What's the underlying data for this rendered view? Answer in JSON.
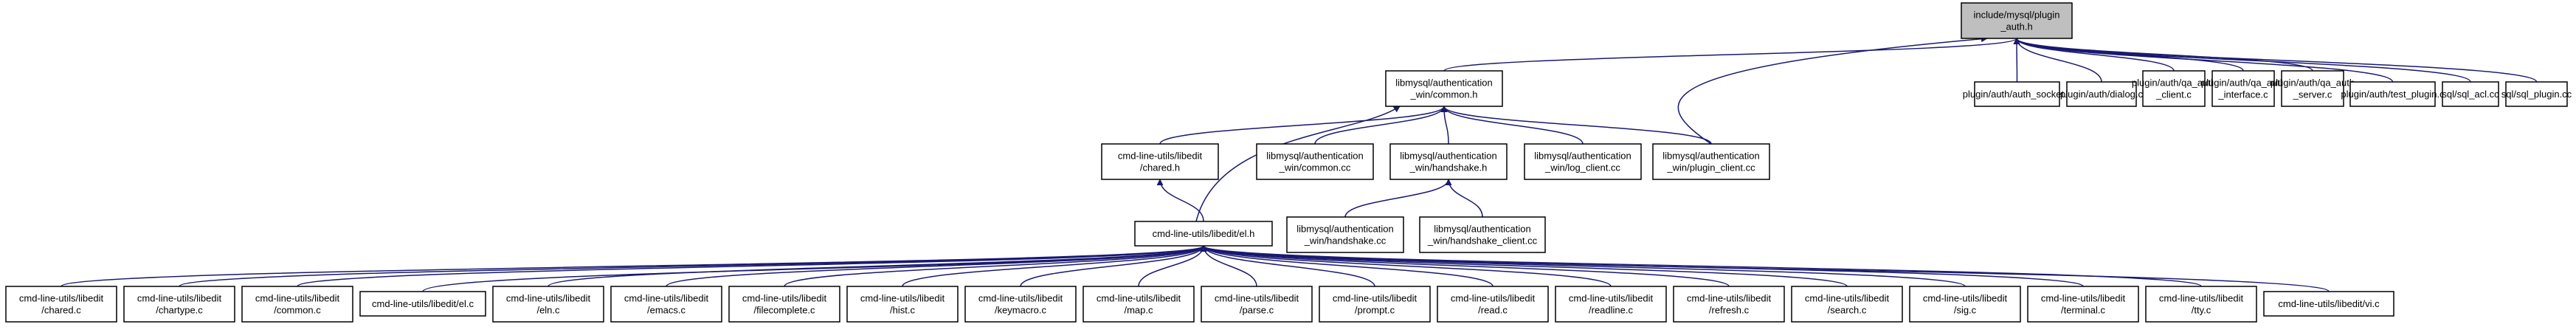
{
  "colors": {
    "edge": "#191970",
    "root_fill": "#bfbfbf",
    "node_fill": "#ffffff",
    "node_border": "#000000"
  },
  "nodes": [
    {
      "id": "plugin_auth_h",
      "lines": [
        "include/mysql/plugin",
        "_auth.h"
      ],
      "root": true
    },
    {
      "id": "win_common_h",
      "lines": [
        "libmysql/authentication",
        "_win/common.h"
      ]
    },
    {
      "id": "auth_socket_c",
      "lines": [
        "plugin/auth/auth_socket.c"
      ]
    },
    {
      "id": "dialog_c",
      "lines": [
        "plugin/auth/dialog.c"
      ]
    },
    {
      "id": "qa_auth_client_c",
      "lines": [
        "plugin/auth/qa_auth",
        "_client.c"
      ]
    },
    {
      "id": "qa_auth_interface_c",
      "lines": [
        "plugin/auth/qa_auth",
        "_interface.c"
      ]
    },
    {
      "id": "qa_auth_server_c",
      "lines": [
        "plugin/auth/qa_auth",
        "_server.c"
      ]
    },
    {
      "id": "test_plugin_c",
      "lines": [
        "plugin/auth/test_plugin.c"
      ]
    },
    {
      "id": "sql_acl_cc",
      "lines": [
        "sql/sql_acl.cc"
      ]
    },
    {
      "id": "sql_plugin_cc",
      "lines": [
        "sql/sql_plugin.cc"
      ]
    },
    {
      "id": "chared_h",
      "lines": [
        "cmd-line-utils/libedit",
        "/chared.h"
      ]
    },
    {
      "id": "win_common_cc",
      "lines": [
        "libmysql/authentication",
        "_win/common.cc"
      ]
    },
    {
      "id": "win_handshake_h",
      "lines": [
        "libmysql/authentication",
        "_win/handshake.h"
      ]
    },
    {
      "id": "win_log_client_cc",
      "lines": [
        "libmysql/authentication",
        "_win/log_client.cc"
      ]
    },
    {
      "id": "win_plugin_client_cc",
      "lines": [
        "libmysql/authentication",
        "_win/plugin_client.cc"
      ]
    },
    {
      "id": "win_handshake_cc",
      "lines": [
        "libmysql/authentication",
        "_win/handshake.cc"
      ]
    },
    {
      "id": "win_handshake_client_cc",
      "lines": [
        "libmysql/authentication",
        "_win/handshake_client.cc"
      ]
    },
    {
      "id": "el_h",
      "lines": [
        "cmd-line-utils/libedit/el.h"
      ]
    },
    {
      "id": "chared_c",
      "lines": [
        "cmd-line-utils/libedit",
        "/chared.c"
      ]
    },
    {
      "id": "chartype_c",
      "lines": [
        "cmd-line-utils/libedit",
        "/chartype.c"
      ]
    },
    {
      "id": "common_c",
      "lines": [
        "cmd-line-utils/libedit",
        "/common.c"
      ]
    },
    {
      "id": "el_c",
      "lines": [
        "cmd-line-utils/libedit/el.c"
      ]
    },
    {
      "id": "eln_c",
      "lines": [
        "cmd-line-utils/libedit",
        "/eln.c"
      ]
    },
    {
      "id": "emacs_c",
      "lines": [
        "cmd-line-utils/libedit",
        "/emacs.c"
      ]
    },
    {
      "id": "filecomplete_c",
      "lines": [
        "cmd-line-utils/libedit",
        "/filecomplete.c"
      ]
    },
    {
      "id": "hist_c",
      "lines": [
        "cmd-line-utils/libedit",
        "/hist.c"
      ]
    },
    {
      "id": "keymacro_c",
      "lines": [
        "cmd-line-utils/libedit",
        "/keymacro.c"
      ]
    },
    {
      "id": "map_c",
      "lines": [
        "cmd-line-utils/libedit",
        "/map.c"
      ]
    },
    {
      "id": "parse_c",
      "lines": [
        "cmd-line-utils/libedit",
        "/parse.c"
      ]
    },
    {
      "id": "prompt_c",
      "lines": [
        "cmd-line-utils/libedit",
        "/prompt.c"
      ]
    },
    {
      "id": "read_c",
      "lines": [
        "cmd-line-utils/libedit",
        "/read.c"
      ]
    },
    {
      "id": "readline_c",
      "lines": [
        "cmd-line-utils/libedit",
        "/readline.c"
      ]
    },
    {
      "id": "refresh_c",
      "lines": [
        "cmd-line-utils/libedit",
        "/refresh.c"
      ]
    },
    {
      "id": "search_c",
      "lines": [
        "cmd-line-utils/libedit",
        "/search.c"
      ]
    },
    {
      "id": "sig_c",
      "lines": [
        "cmd-line-utils/libedit",
        "/sig.c"
      ]
    },
    {
      "id": "terminal_c",
      "lines": [
        "cmd-line-utils/libedit",
        "/terminal.c"
      ]
    },
    {
      "id": "tty_c",
      "lines": [
        "cmd-line-utils/libedit",
        "/tty.c"
      ]
    },
    {
      "id": "vi_c",
      "lines": [
        "cmd-line-utils/libedit/vi.c"
      ]
    }
  ],
  "edges": [
    {
      "from": "win_common_h",
      "to": "plugin_auth_h"
    },
    {
      "from": "win_plugin_client_cc",
      "to": "plugin_auth_h"
    },
    {
      "from": "auth_socket_c",
      "to": "plugin_auth_h"
    },
    {
      "from": "dialog_c",
      "to": "plugin_auth_h"
    },
    {
      "from": "qa_auth_client_c",
      "to": "plugin_auth_h"
    },
    {
      "from": "qa_auth_interface_c",
      "to": "plugin_auth_h"
    },
    {
      "from": "qa_auth_server_c",
      "to": "plugin_auth_h"
    },
    {
      "from": "test_plugin_c",
      "to": "plugin_auth_h"
    },
    {
      "from": "sql_acl_cc",
      "to": "plugin_auth_h"
    },
    {
      "from": "sql_plugin_cc",
      "to": "plugin_auth_h"
    },
    {
      "from": "chared_h",
      "to": "win_common_h"
    },
    {
      "from": "el_h",
      "to": "win_common_h"
    },
    {
      "from": "win_common_cc",
      "to": "win_common_h"
    },
    {
      "from": "win_handshake_h",
      "to": "win_common_h"
    },
    {
      "from": "win_log_client_cc",
      "to": "win_common_h"
    },
    {
      "from": "win_plugin_client_cc",
      "to": "win_common_h"
    },
    {
      "from": "win_handshake_cc",
      "to": "win_handshake_h"
    },
    {
      "from": "win_handshake_client_cc",
      "to": "win_handshake_h"
    },
    {
      "from": "el_h",
      "to": "chared_h"
    },
    {
      "from": "chared_c",
      "to": "el_h"
    },
    {
      "from": "chartype_c",
      "to": "el_h"
    },
    {
      "from": "common_c",
      "to": "el_h"
    },
    {
      "from": "el_c",
      "to": "el_h"
    },
    {
      "from": "eln_c",
      "to": "el_h"
    },
    {
      "from": "emacs_c",
      "to": "el_h"
    },
    {
      "from": "filecomplete_c",
      "to": "el_h"
    },
    {
      "from": "hist_c",
      "to": "el_h"
    },
    {
      "from": "keymacro_c",
      "to": "el_h"
    },
    {
      "from": "map_c",
      "to": "el_h"
    },
    {
      "from": "parse_c",
      "to": "el_h"
    },
    {
      "from": "prompt_c",
      "to": "el_h"
    },
    {
      "from": "read_c",
      "to": "el_h"
    },
    {
      "from": "readline_c",
      "to": "el_h"
    },
    {
      "from": "refresh_c",
      "to": "el_h"
    },
    {
      "from": "search_c",
      "to": "el_h"
    },
    {
      "from": "sig_c",
      "to": "el_h"
    },
    {
      "from": "terminal_c",
      "to": "el_h"
    },
    {
      "from": "tty_c",
      "to": "el_h"
    },
    {
      "from": "vi_c",
      "to": "el_h"
    }
  ]
}
